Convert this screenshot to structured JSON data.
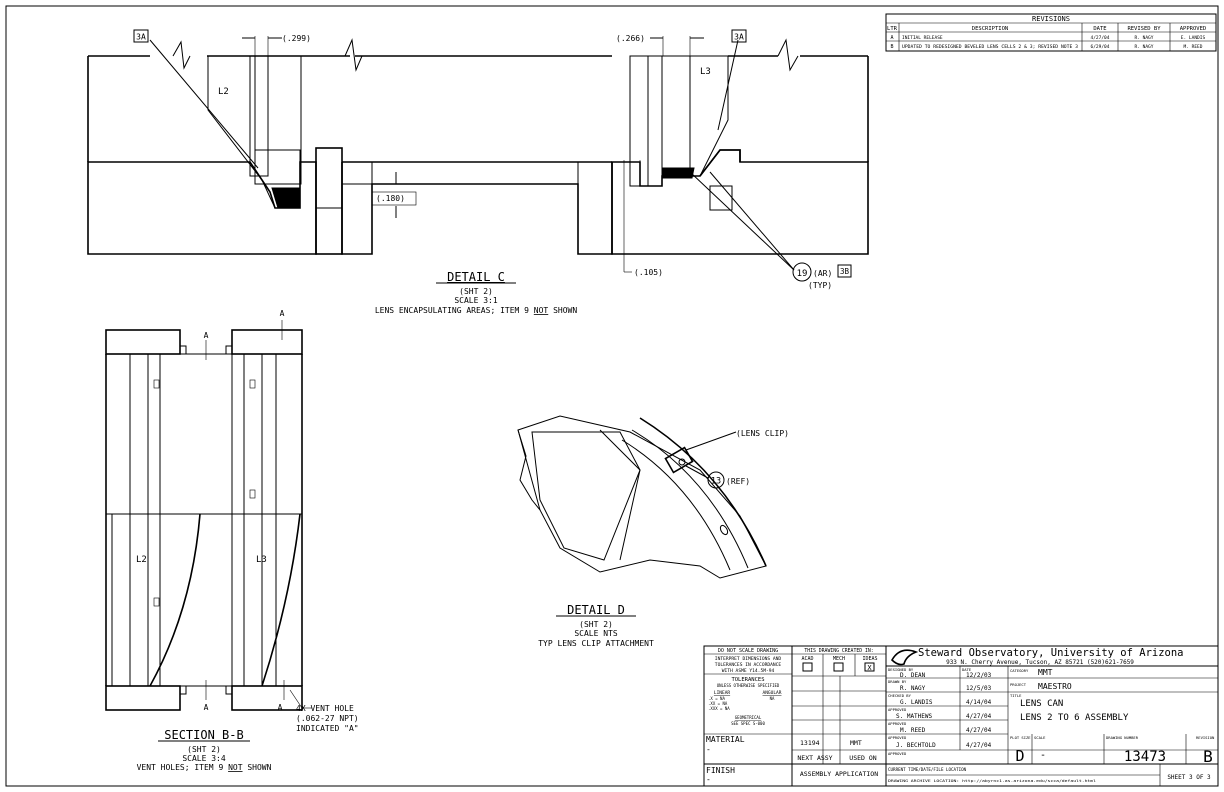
{
  "revisions": {
    "title": "REVISIONS",
    "headers": [
      "LTR",
      "DESCRIPTION",
      "DATE",
      "REVISED BY",
      "APPROVED"
    ],
    "rows": [
      [
        "A",
        "INITIAL RELEASE",
        "4/27/04",
        "R. NAGY",
        "E. LANDIS"
      ],
      [
        "B",
        "UPDATED TO REDESIGNED BEVELED LENS CELLS 2 & 3; REVISED NOTE 3",
        "6/29/04",
        "R. NAGY",
        "M. REED"
      ]
    ]
  },
  "detail_c": {
    "balloon_left": "3A",
    "balloon_right": "3A",
    "dim_left": ".299",
    "dim_right": ".266",
    "dim_180": ".180",
    "dim_105": ".105",
    "lens_left": "L2",
    "lens_right": "L3",
    "item_balloon": "19",
    "item_note": "(AR)",
    "item_typ": "(TYP)",
    "note_box": "3B",
    "title": "DETAIL C",
    "sheet": "(SHT 2)",
    "scale": "SCALE 3:1",
    "note_prefix": "LENS ENCAPSULATING AREAS; ITEM 9 ",
    "note_not": "NOT",
    "note_suffix": " SHOWN"
  },
  "section_bb": {
    "mark_a": "A",
    "lens_left": "L2",
    "lens_right": "L3",
    "vent_1": "4X VENT HOLE",
    "vent_2": "(.062-27 NPT)",
    "vent_3": "INDICATED \"A\"",
    "title": "SECTION B-B",
    "sheet": "(SHT 2)",
    "scale": "SCALE 3:4",
    "note_prefix": "VENT HOLES; ITEM 9 ",
    "note_not": "NOT",
    "note_suffix": " SHOWN"
  },
  "detail_d": {
    "clip_label": "(LENS CLIP)",
    "item_balloon": "13",
    "item_ref": "(REF)",
    "title": "DETAIL D",
    "sheet": "(SHT 2)",
    "scale": "SCALE NTS",
    "note": "TYP LENS CLIP ATTACHMENT"
  },
  "title_block": {
    "do_not_scale": "DO NOT SCALE DRAWING",
    "interpret_1": "INTERPRET DIMENSIONS AND",
    "interpret_2": "TOLERANCES IN ACCORDANCE",
    "interpret_3": "WITH ASME Y14.5M-94",
    "tolerances": "TOLERANCES",
    "unless": "UNLESS OTHERWISE SPECIFIED",
    "linear": "LINEAR",
    "angular": "ANGULAR",
    "tol_1": ".X = NA",
    "tol_2": ".XX = NA",
    "tol_3": ".XXX = NA",
    "tol_ang": "NA",
    "geometric": "GEOMETRICAL",
    "see_spec": "SEE SPEC S-000",
    "material": "MATERIAL",
    "material_val": "-",
    "finish": "FINISH",
    "finish_val": "-",
    "created_in": "THIS DRAWING CREATED IN:",
    "acad": "ACAD",
    "mech": "MECH",
    "ideas": "IDEAS",
    "ideas_mark": "X",
    "next_assy_num": "13194",
    "next_assy_proj": "MMT",
    "next_assy": "NEXT ASSY",
    "used_on": "USED ON",
    "assembly_app": "ASSEMBLY APPLICATION",
    "org_1": "Steward Observatory, University of Arizona",
    "org_2": "933 N. Cherry Avenue, Tucson, AZ  85721   (520)621-7659",
    "designed_by_lbl": "DESIGNED BY",
    "designed_by": "D. DEAN",
    "date_lbl": "DATE",
    "designed_date": "12/2/03",
    "drawn_by_lbl": "DRAWN BY",
    "drawn_by": "R. NAGY",
    "drawn_date": "12/5/03",
    "checked_by_lbl": "CHECKED BY",
    "checked_by": "G. LANDIS",
    "checked_date": "4/14/04",
    "approved_lbl": "APPROVED",
    "approved_1": "S. MATHEWS",
    "approved_1_date": "4/27/04",
    "approved_2": "M. REED",
    "approved_2_date": "4/27/04",
    "approved_3": "J. BECHTOLD",
    "approved_3_date": "4/27/04",
    "category_lbl": "CATEGORY",
    "category": "MMT",
    "project_lbl": "PROJECT",
    "project": "MAESTRO",
    "title_lbl": "TITLE",
    "title_1": "LENS CAN",
    "title_2": "LENS 2 TO 6 ASSEMBLY",
    "plot_size_lbl": "PLOT SIZE",
    "plot_size": "D",
    "scale_lbl": "SCALE",
    "scale": "-",
    "drawing_number_lbl": "DRAWING NUMBER",
    "drawing_number": "13473",
    "revision_lbl": "REVISION",
    "revision": "B",
    "file_loc": "CURRENT TIME/DATE/FILE LOCATION",
    "archive": "DRAWING ARCHIVE LOCATION: http://abyrnc1.as.arizona.edu/scca/default.html",
    "sheet": "SHEET 3 OF 3"
  }
}
